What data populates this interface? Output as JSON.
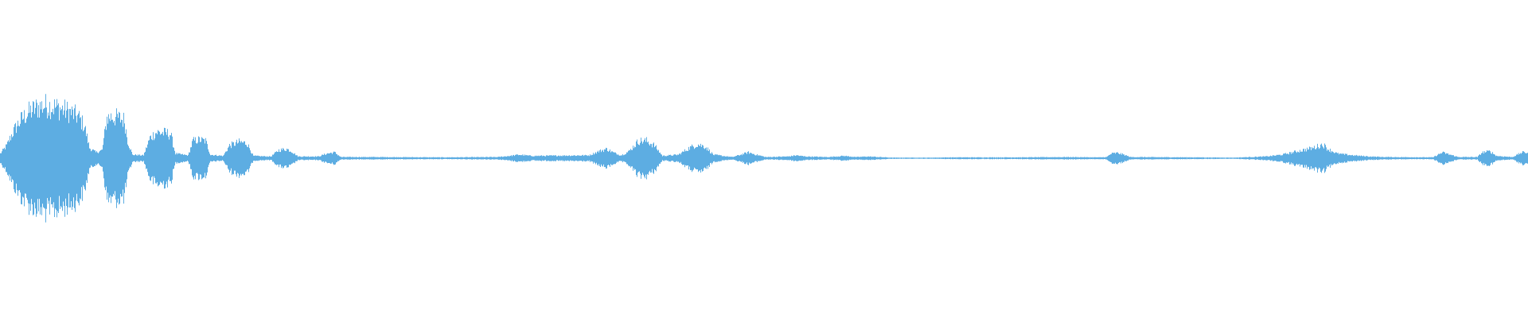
{
  "waveform": {
    "color": "#5DADE2",
    "background": "#FFFFFF",
    "amplitude_profile": [
      [
        0,
        0.08
      ],
      [
        8,
        0.22
      ],
      [
        14,
        0.4
      ],
      [
        20,
        0.55
      ],
      [
        28,
        0.7
      ],
      [
        36,
        0.8
      ],
      [
        46,
        0.88
      ],
      [
        56,
        0.92
      ],
      [
        66,
        0.9
      ],
      [
        76,
        0.86
      ],
      [
        88,
        0.8
      ],
      [
        98,
        0.72
      ],
      [
        106,
        0.55
      ],
      [
        112,
        0.18
      ],
      [
        120,
        0.1
      ],
      [
        128,
        0.14
      ],
      [
        134,
        0.7
      ],
      [
        140,
        0.72
      ],
      [
        148,
        0.7
      ],
      [
        156,
        0.66
      ],
      [
        160,
        0.3
      ],
      [
        166,
        0.06
      ],
      [
        180,
        0.05
      ],
      [
        188,
        0.35
      ],
      [
        196,
        0.45
      ],
      [
        204,
        0.44
      ],
      [
        214,
        0.42
      ],
      [
        220,
        0.08
      ],
      [
        236,
        0.05
      ],
      [
        242,
        0.3
      ],
      [
        250,
        0.32
      ],
      [
        258,
        0.3
      ],
      [
        264,
        0.06
      ],
      [
        280,
        0.04
      ],
      [
        288,
        0.22
      ],
      [
        300,
        0.28
      ],
      [
        310,
        0.26
      ],
      [
        318,
        0.04
      ],
      [
        340,
        0.03
      ],
      [
        350,
        0.14
      ],
      [
        360,
        0.16
      ],
      [
        366,
        0.12
      ],
      [
        374,
        0.03
      ],
      [
        400,
        0.03
      ],
      [
        410,
        0.08
      ],
      [
        420,
        0.1
      ],
      [
        428,
        0.02
      ],
      [
        460,
        0.02
      ],
      [
        560,
        0.015
      ],
      [
        625,
        0.02
      ],
      [
        640,
        0.04
      ],
      [
        652,
        0.06
      ],
      [
        668,
        0.04
      ],
      [
        740,
        0.05
      ],
      [
        752,
        0.12
      ],
      [
        762,
        0.16
      ],
      [
        770,
        0.1
      ],
      [
        780,
        0.05
      ],
      [
        790,
        0.12
      ],
      [
        802,
        0.3
      ],
      [
        812,
        0.3
      ],
      [
        822,
        0.22
      ],
      [
        832,
        0.04
      ],
      [
        852,
        0.06
      ],
      [
        866,
        0.18
      ],
      [
        876,
        0.24
      ],
      [
        886,
        0.2
      ],
      [
        896,
        0.06
      ],
      [
        920,
        0.02
      ],
      [
        930,
        0.06
      ],
      [
        940,
        0.1
      ],
      [
        950,
        0.06
      ],
      [
        962,
        0.02
      ],
      [
        990,
        0.03
      ],
      [
        1000,
        0.05
      ],
      [
        1012,
        0.03
      ],
      [
        1040,
        0.02
      ],
      [
        1060,
        0.04
      ],
      [
        1075,
        0.02
      ],
      [
        1090,
        0.03
      ],
      [
        1105,
        0.02
      ],
      [
        1120,
        0.01
      ],
      [
        1170,
        0.01
      ],
      [
        1200,
        0.015
      ],
      [
        1280,
        0.015
      ],
      [
        1340,
        0.02
      ],
      [
        1380,
        0.015
      ],
      [
        1390,
        0.02
      ],
      [
        1396,
        0.08
      ],
      [
        1404,
        0.09
      ],
      [
        1412,
        0.06
      ],
      [
        1420,
        0.02
      ],
      [
        1500,
        0.015
      ],
      [
        1550,
        0.01
      ],
      [
        1590,
        0.03
      ],
      [
        1610,
        0.06
      ],
      [
        1630,
        0.12
      ],
      [
        1650,
        0.18
      ],
      [
        1662,
        0.24
      ],
      [
        1668,
        0.16
      ],
      [
        1680,
        0.08
      ],
      [
        1700,
        0.05
      ],
      [
        1720,
        0.03
      ],
      [
        1740,
        0.02
      ],
      [
        1800,
        0.015
      ],
      [
        1812,
        0.1
      ],
      [
        1822,
        0.06
      ],
      [
        1832,
        0.02
      ],
      [
        1856,
        0.02
      ],
      [
        1862,
        0.1
      ],
      [
        1872,
        0.12
      ],
      [
        1880,
        0.04
      ],
      [
        1900,
        0.02
      ],
      [
        1912,
        0.1
      ],
      [
        1920,
        0.1
      ]
    ]
  }
}
